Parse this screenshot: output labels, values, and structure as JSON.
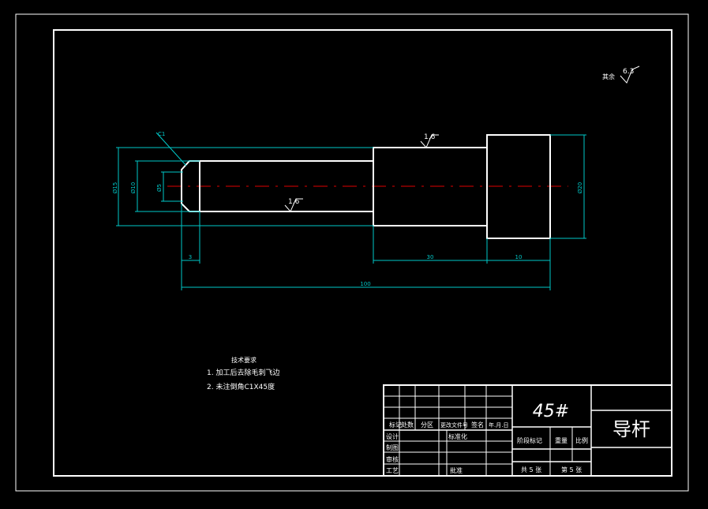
{
  "drawing": {
    "surface_note": "其余",
    "surface_note_value": "6.3",
    "roughness_marks": [
      "1.6",
      "1.6"
    ],
    "chamfer_label": "C1",
    "dimensions": {
      "d_15": "Ø15",
      "d_10": "Ø10",
      "d_5": "Ø5",
      "d_20": "Ø20",
      "len_3": "3",
      "len_30": "30",
      "len_10": "10",
      "len_100": "100"
    },
    "tech_req": {
      "title": "技术要求",
      "items": [
        "1. 加工后去除毛刺飞边",
        "2. 未注倒角C1X45度"
      ]
    }
  },
  "title_block": {
    "material": "45#",
    "part_name": "导杆",
    "headers": [
      "标记",
      "处数",
      "分区",
      "更改文件号",
      "签名",
      "年.月.日"
    ],
    "row_labels": [
      "设计",
      "制图",
      "审核",
      "工艺"
    ],
    "standardize": "标准化",
    "approve": "批准",
    "stage_mark": "阶段标记",
    "weight": "重量",
    "scale": "比例",
    "total_sheets": "共 5 张",
    "sheet_no": "第 5 张"
  }
}
